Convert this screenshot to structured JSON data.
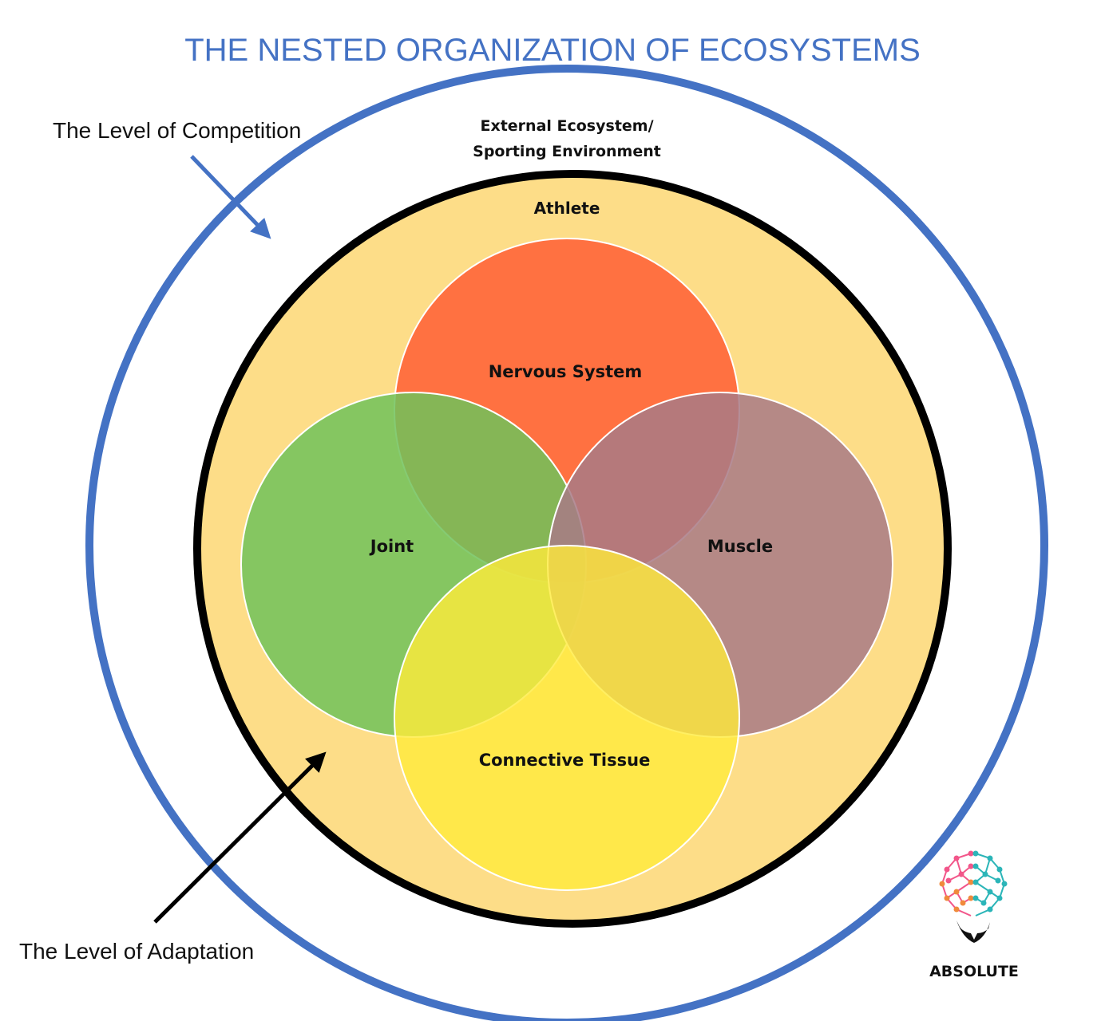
{
  "title": "THE NESTED ORGANIZATION OF ECOSYSTEMS",
  "labels": {
    "external_line1": "External Ecosystem/",
    "external_line2": "Sporting Environment",
    "athlete": "Athlete",
    "nervous": "Nervous System",
    "joint": "Joint",
    "muscle": "Muscle",
    "connective": "Connective Tissue",
    "competition": "The Level of Competition",
    "adaptation": "The Level of Adaptation",
    "logo": "ABSOLUTE"
  },
  "colors": {
    "title": "#4472c4",
    "outer_ring": "#4472c4",
    "athlete_fill": "#fddd88",
    "athlete_ring": "#000000",
    "nervous": "#ff6a3d",
    "joint": "#70c25a",
    "muscle": "#a87a86",
    "connective": "#ffeb3b",
    "competition_arrow": "#4472c4",
    "adaptation_arrow": "#000000"
  },
  "icons": [
    "brain-logo-icon"
  ]
}
